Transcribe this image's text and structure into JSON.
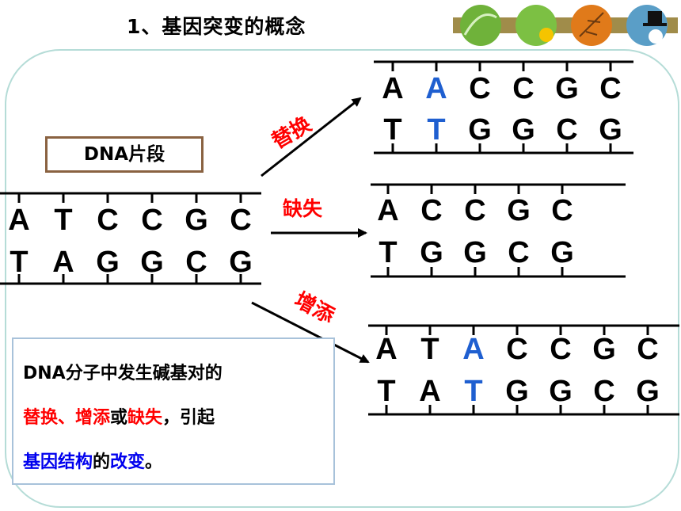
{
  "title": "1、基因突变的概念",
  "label": "DNA片段",
  "original": {
    "top": [
      "A",
      "T",
      "C",
      "C",
      "G",
      "C"
    ],
    "bottom": [
      "T",
      "A",
      "G",
      "G",
      "C",
      "G"
    ]
  },
  "replace": {
    "label": "替换",
    "top": [
      "A",
      "A",
      "C",
      "C",
      "G",
      "C"
    ],
    "bottom": [
      "T",
      "T",
      "G",
      "G",
      "C",
      "G"
    ]
  },
  "delete": {
    "label": "缺失",
    "top": [
      "A",
      "C",
      "C",
      "G",
      "C"
    ],
    "bottom": [
      "T",
      "G",
      "G",
      "C",
      "G"
    ]
  },
  "insert": {
    "label": "增添",
    "top": [
      "A",
      "T",
      "A",
      "C",
      "C",
      "G",
      "C"
    ],
    "bottom": [
      "T",
      "A",
      "T",
      "G",
      "G",
      "C",
      "G"
    ]
  },
  "desc": {
    "l1": "DNA分子中发生碱基对的",
    "l2a": "替换、增添",
    "l2b": "或",
    "l2c": "缺失",
    "l2d": "，引起",
    "l3a": "基因结构",
    "l3b": "的",
    "l3c": "改变",
    "l3d": "。"
  },
  "colors": {
    "highlight": "#1f5fd0",
    "mutation": "#ff0000",
    "blue_text": "#0000ee"
  }
}
